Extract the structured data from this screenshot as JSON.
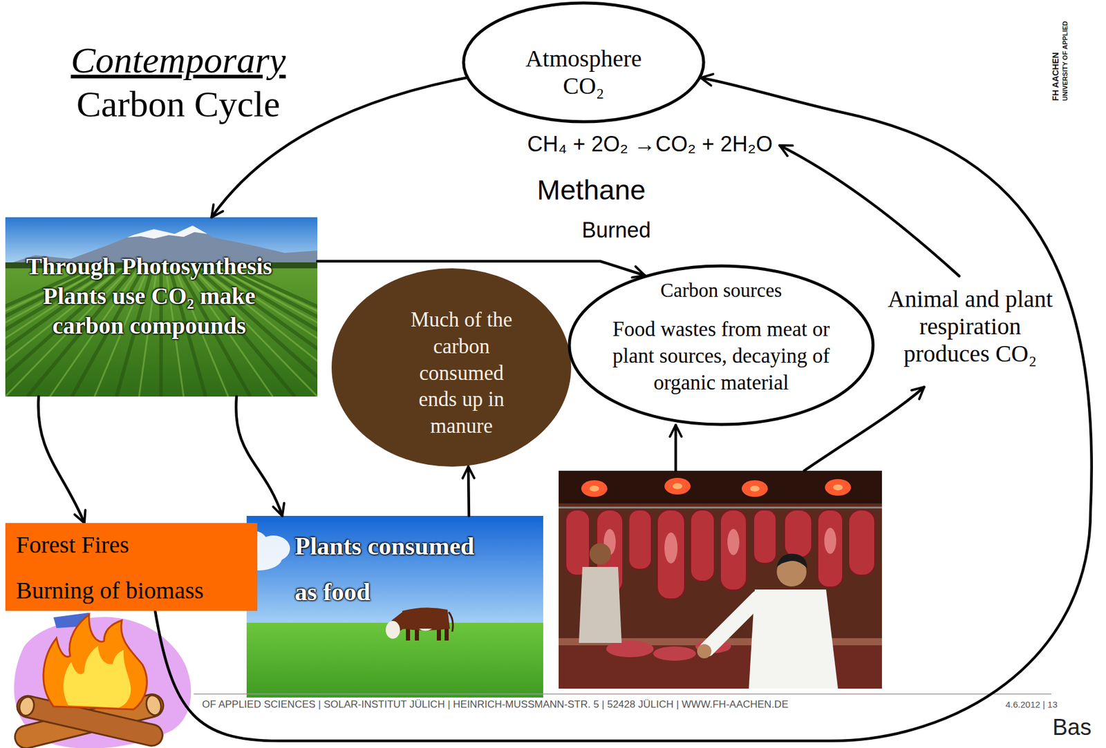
{
  "diagram": {
    "title": "Contemporary Carbon Cycle",
    "nodes": [
      {
        "text": [
          "Atmosphere",
          "CO₂"
        ]
      },
      {
        "text": [
          "Through Photosynthesis Plants use CO₂ make carbon compounds"
        ]
      },
      {
        "text": [
          "Much of the carbon consumed ends up in manure"
        ]
      },
      {
        "text": [
          "Carbon sources",
          "Food wastes from meat or plant sources, decaying of organic material"
        ]
      },
      {
        "text": [
          "Forest Fires",
          "Burning of biomass"
        ]
      },
      {
        "text": [
          "Plants consumed as food"
        ]
      }
    ],
    "edges": [
      {
        "from": 0,
        "to": 1,
        "arrow": "to"
      },
      {
        "from": 1,
        "to": 3,
        "arrow": "to"
      },
      {
        "from": 1,
        "to": 4,
        "arrow": "to"
      },
      {
        "from": 1,
        "to": 5,
        "arrow": "to"
      },
      {
        "from": 5,
        "to": 2,
        "arrow": "to"
      },
      {
        "from": 4,
        "to": 0,
        "arrow": "to"
      }
    ],
    "labels": [
      "CH₄ + 2O₂ →CO₂ + 2H₂O",
      "Methane",
      "Burned",
      "Animal and plant respiration produces CO₂",
      "FH AACHEN",
      "UNIVERSITY OF APPLIED",
      "OF APPLIED SCIENCES | SOLAR-INSTITUT JÜLICH | HEINRICH-MUSSMANN-STR. 5 | 52428 JÜLICH | WWW.FH-AACHEN.DE",
      "4.6.2012 | 13",
      "Bas"
    ]
  }
}
